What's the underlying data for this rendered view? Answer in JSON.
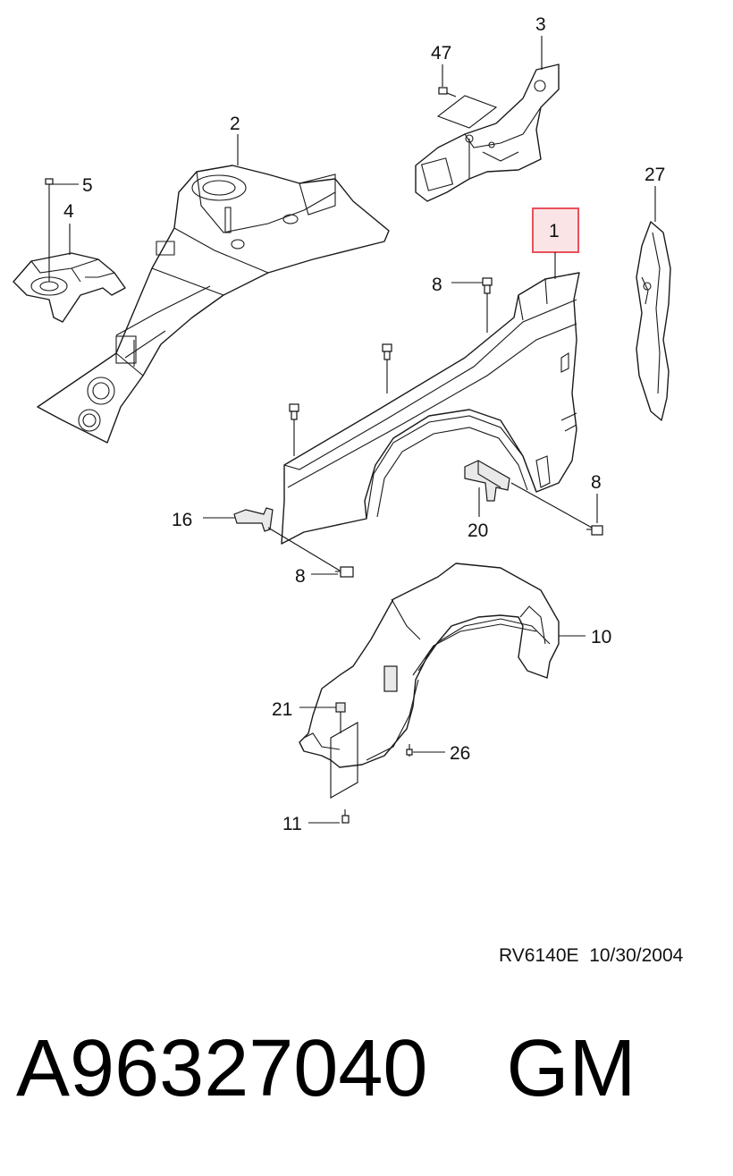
{
  "callouts": {
    "c1": "1",
    "c2": "2",
    "c3": "3",
    "c4": "4",
    "c5": "5",
    "c8a": "8",
    "c8b": "8",
    "c8c": "8",
    "c10": "10",
    "c11": "11",
    "c16": "16",
    "c20": "20",
    "c21": "21",
    "c26": "26",
    "c27": "27",
    "c47": "47"
  },
  "highlight_color": "#e8505b",
  "highlight_fill": "#fbe4e6",
  "document_ref": {
    "code": "RV6140E",
    "date": "10/30/2004"
  },
  "footer": {
    "part_number": "A96327040",
    "brand": "GM"
  }
}
